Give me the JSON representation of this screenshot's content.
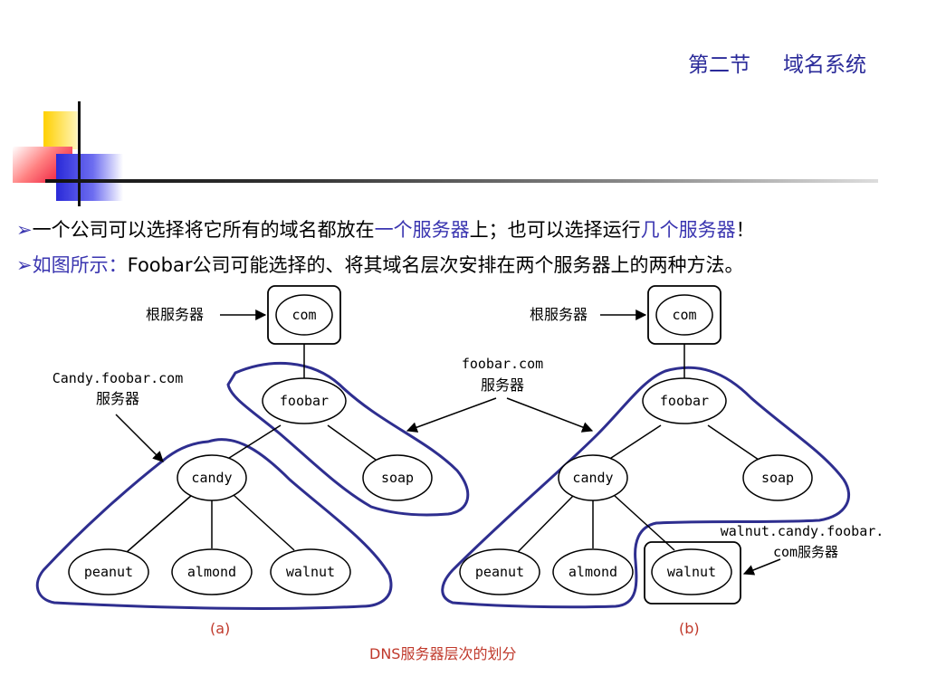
{
  "header": {
    "section": "第二节",
    "topic": "域名系统"
  },
  "bullets": {
    "b1_a": "一个公司可以选择将它所有的域名都放在",
    "b1_b": "一个服务器",
    "b1_c": "上；也可以选择运行",
    "b1_d": "几个服务器",
    "b1_e": "！",
    "b2_a": "如图所示：",
    "b2_b": "Foobar公司可能选择的、将其域名层次安排在两个服务器上的两种方法。"
  },
  "diagram": {
    "left": {
      "root_label": "根服务器",
      "candy_server_label_1": "Candy.foobar.com",
      "candy_server_label_2": "服务器",
      "nodes": {
        "com": "com",
        "foobar": "foobar",
        "candy": "candy",
        "soap": "soap",
        "peanut": "peanut",
        "almond": "almond",
        "walnut": "walnut"
      },
      "caption": "(a)"
    },
    "middle": {
      "foobar_server_label_1": "foobar.com",
      "foobar_server_label_2": "服务器"
    },
    "right": {
      "root_label": "根服务器",
      "walnut_label_1": "walnut.candy.foobar.",
      "walnut_label_2": "com服务器",
      "nodes": {
        "com": "com",
        "foobar": "foobar",
        "candy": "candy",
        "soap": "soap",
        "peanut": "peanut",
        "almond": "almond",
        "walnut": "walnut"
      },
      "caption": "(b)"
    },
    "title": "DNS服务器层次的划分"
  },
  "colors": {
    "accent": "#2b2b9a",
    "caption": "#c0392b",
    "outline": "#2e2e8f"
  }
}
